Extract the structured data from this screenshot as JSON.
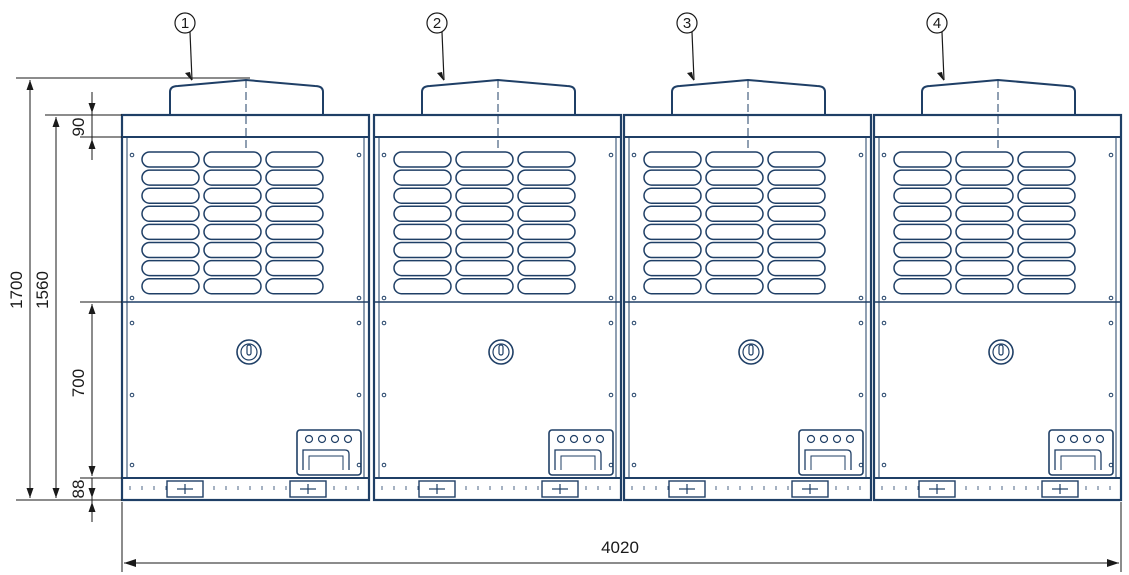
{
  "diagram": {
    "units": [
      {
        "label": "1"
      },
      {
        "label": "2"
      },
      {
        "label": "3"
      },
      {
        "label": "4"
      }
    ],
    "dimensions": {
      "total_height": "1700",
      "body_height": "1560",
      "top_cap": "90",
      "lower_panel": "700",
      "base": "88",
      "total_width": "4020"
    },
    "colors": {
      "outline": "#1f3f66",
      "dimension_line": "#1a1a1a",
      "background": "#ffffff"
    }
  }
}
